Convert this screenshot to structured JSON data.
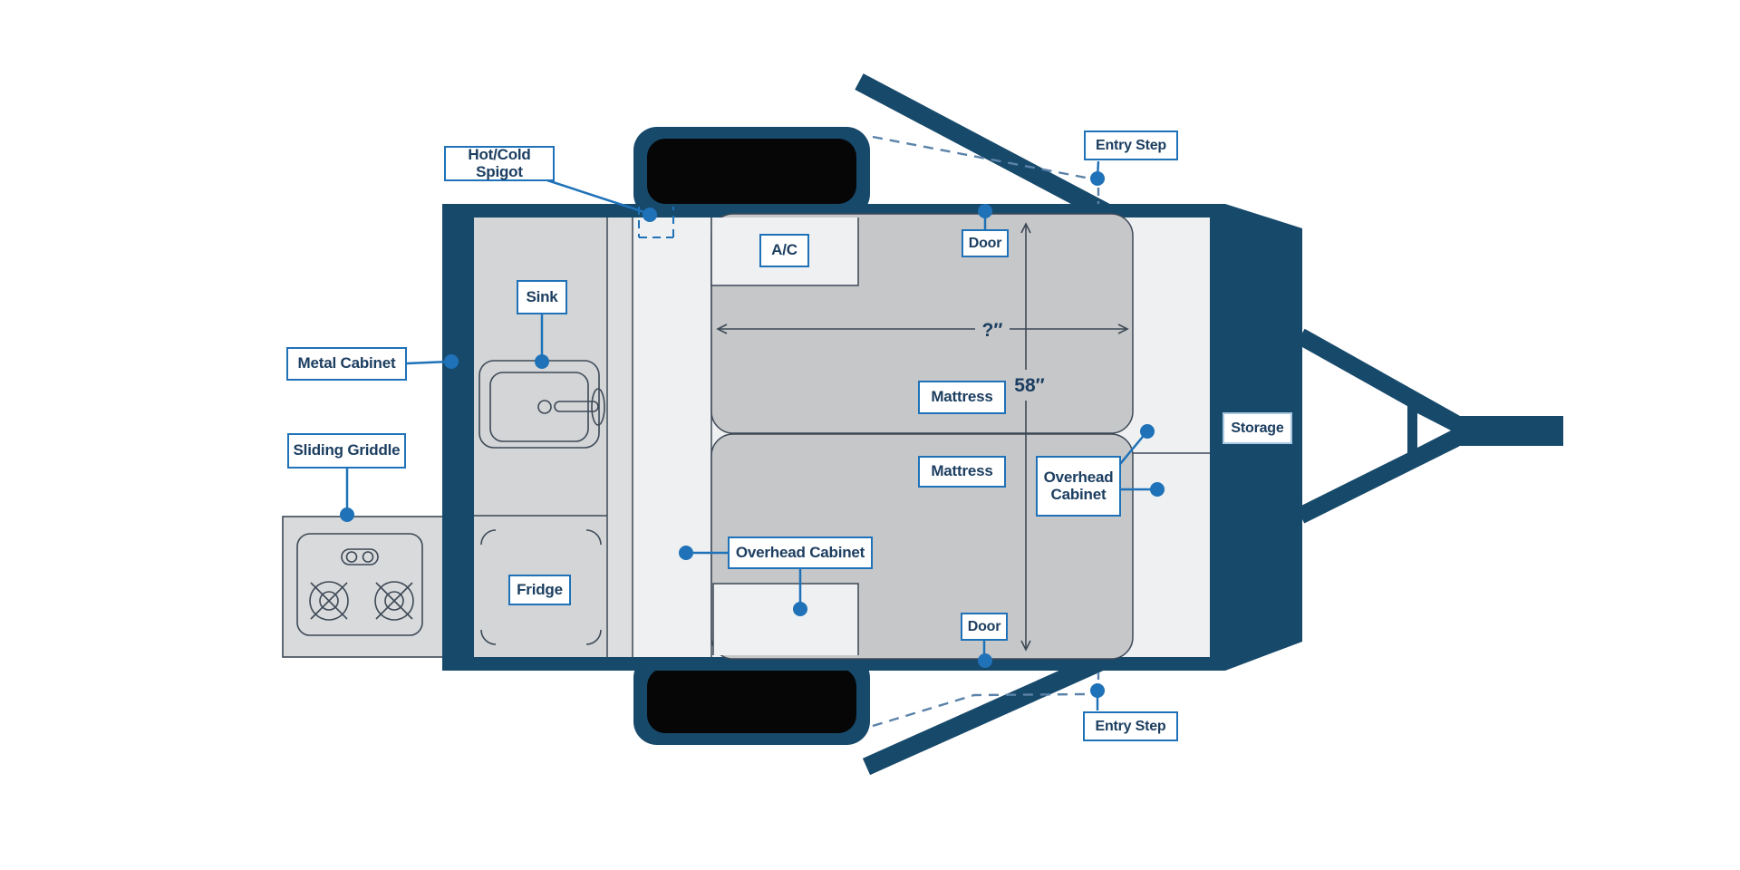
{
  "diagram": {
    "type": "floorplan",
    "subject": "Teardrop camper trailer floor plan, top view, hitch at right"
  },
  "labels": {
    "hot_cold_spigot": "Hot/Cold Spigot",
    "sink": "Sink",
    "metal_cabinet": "Metal Cabinet",
    "sliding_griddle": "Sliding Griddle",
    "fridge": "Fridge",
    "ac": "A/C",
    "door_top": "Door",
    "door_bottom": "Door",
    "entry_step_top": "Entry Step",
    "entry_step_bottom": "Entry Step",
    "mattress_top": "Mattress",
    "mattress_bottom": "Mattress",
    "overhead_cabinet_right": "Overhead Cabinet",
    "overhead_cabinet_bottom": "Overhead Cabinet",
    "storage": "Storage"
  },
  "dimensions": {
    "cabin_length": "?″",
    "mattress_width": "58″"
  },
  "colors": {
    "body_dark_blue": "#17496b",
    "accent_blue": "#1f72b8",
    "label_text_navy": "#1c3e60",
    "outline_slate": "#3d4956",
    "dashed_swing_blue": "#5b82a8",
    "interior_light": "#eef0f2",
    "kitchen_gray": "#d3d5d7",
    "counter_strip_gray": "#dcdee0",
    "mattress_gray": "#c5c7c9",
    "griddle_gray": "#d8dadb",
    "tire_black": "#060606"
  }
}
